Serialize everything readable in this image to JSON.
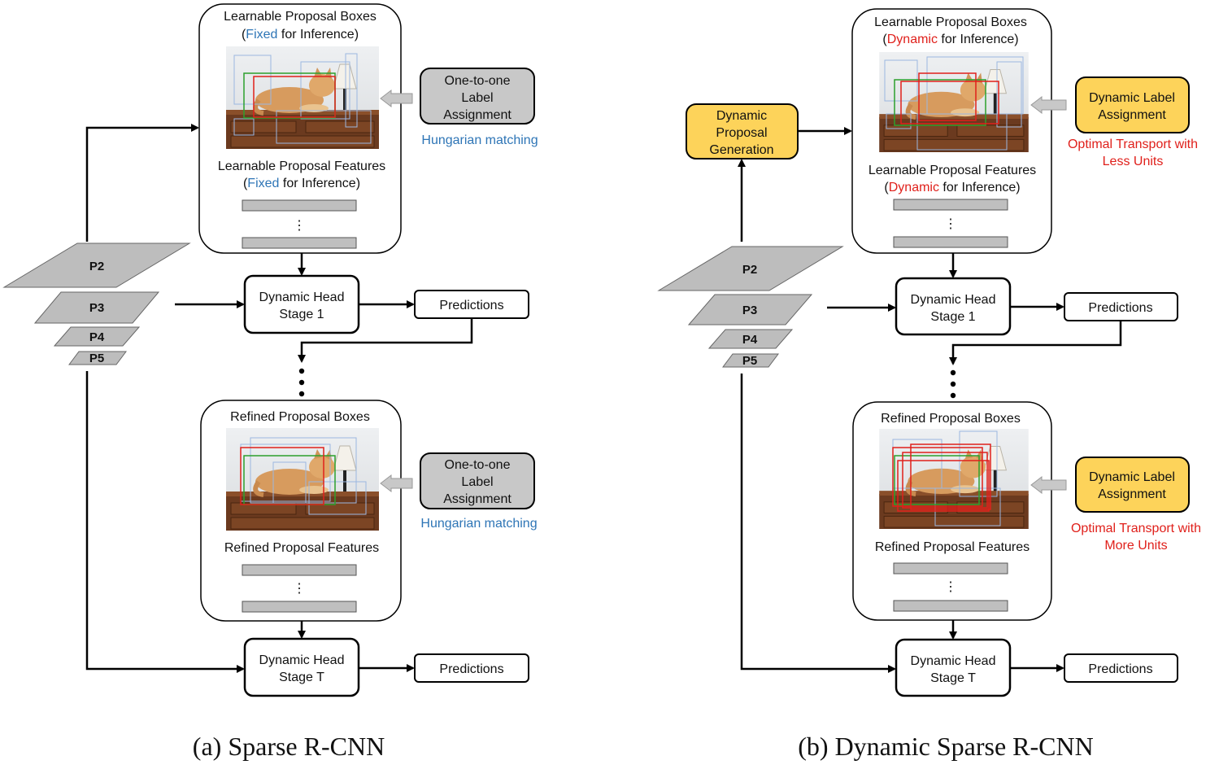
{
  "colors": {
    "blue_text": "#2e75b6",
    "red_text": "#e0201b",
    "gray_box": "#c8c8c8",
    "yellow_box": "#fdd35a",
    "feature_bar": "#bfbfbf",
    "pyramid": "#bdbdbd"
  },
  "left": {
    "caption": "(a) Sparse R-CNN",
    "proposal_boxes_title": "Learnable Proposal Boxes",
    "proposal_boxes_mode_open": "(",
    "proposal_boxes_mode_word": "Fixed",
    "proposal_boxes_mode_rest": " for Inference)",
    "proposal_features_title": "Learnable Proposal Features",
    "proposal_features_mode_open": "(",
    "proposal_features_mode_word": "Fixed",
    "proposal_features_mode_rest": " for Inference)",
    "assign_top": [
      "One-to-one",
      "Label",
      "Assignment"
    ],
    "assign_top_note": "Hungarian matching",
    "refined_boxes_title": "Refined Proposal Boxes",
    "refined_features_title": "Refined Proposal Features",
    "assign_bottom": [
      "One-to-one",
      "Label",
      "Assignment"
    ],
    "assign_bottom_note": "Hungarian matching",
    "head1": [
      "Dynamic Head",
      "Stage 1"
    ],
    "headT": [
      "Dynamic Head",
      "Stage T"
    ],
    "pred1": "Predictions",
    "predT": "Predictions",
    "levels": [
      "P2",
      "P3",
      "P4",
      "P5"
    ]
  },
  "right": {
    "caption": "(b) Dynamic Sparse R-CNN",
    "proposal_gen": [
      "Dynamic",
      "Proposal",
      "Generation"
    ],
    "proposal_boxes_title": "Learnable Proposal Boxes",
    "proposal_boxes_mode_open": "(",
    "proposal_boxes_mode_word": "Dynamic",
    "proposal_boxes_mode_rest": " for Inference)",
    "proposal_features_title": "Learnable Proposal Features",
    "proposal_features_mode_open": "(",
    "proposal_features_mode_word": "Dynamic",
    "proposal_features_mode_rest": " for Inference)",
    "assign_top": [
      "Dynamic Label",
      "Assignment"
    ],
    "assign_top_note": [
      "Optimal Transport with",
      "Less Units"
    ],
    "refined_boxes_title": "Refined Proposal Boxes",
    "refined_features_title": "Refined Proposal Features",
    "assign_bottom": [
      "Dynamic Label",
      "Assignment"
    ],
    "assign_bottom_note": [
      "Optimal Transport with",
      "More Units"
    ],
    "head1": [
      "Dynamic Head",
      "Stage 1"
    ],
    "headT": [
      "Dynamic Head",
      "Stage T"
    ],
    "pred1": "Predictions",
    "predT": "Predictions",
    "levels": [
      "P2",
      "P3",
      "P4",
      "P5"
    ]
  }
}
